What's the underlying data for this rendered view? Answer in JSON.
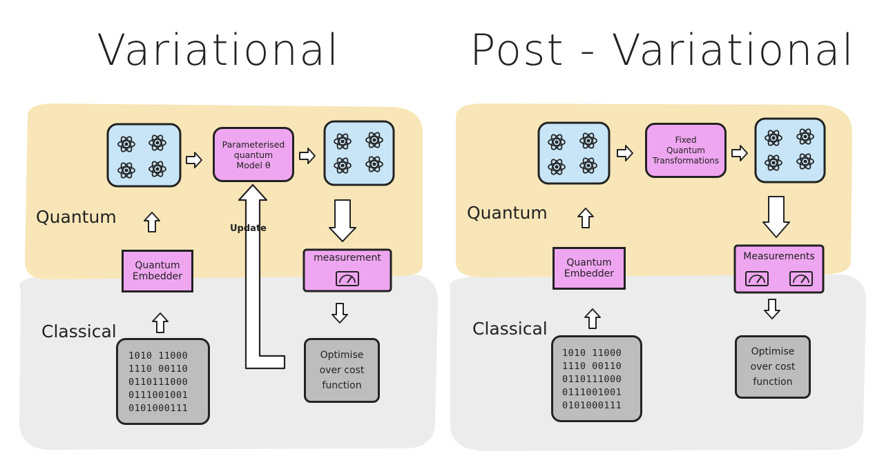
{
  "left": {
    "title": "Variational",
    "quantum_label": "Quantum",
    "classical_label": "Classical",
    "embedder_label": "Quantum\nEmbedder",
    "model_label": "Parameterised\nquantum\nModel θ",
    "update_label": "Update",
    "measurement_label": "measurement",
    "optimise_label": "Optimise\nover cost\nfunction",
    "bits": [
      "1010 11000",
      "1110 00110",
      "0110111000",
      "0111001001",
      "0101000111"
    ]
  },
  "right": {
    "title": "Post - Variational",
    "quantum_label": "Quantum",
    "classical_label": "Classical",
    "embedder_label": "Quantum\nEmbedder",
    "transform_label": "Fixed\nQuantum\nTransformations",
    "measurement_label": "Measurements",
    "optimise_label": "Optimise\nover cost\nfunction",
    "bits": [
      "1010 11000",
      "1110 00110",
      "0110111000",
      "0111001001",
      "0101000111"
    ]
  },
  "colors": {
    "quantum_bg": "#f8e6b8",
    "classical_bg": "#ececec",
    "pink": "#efa6f0",
    "gray": "#bdbdbd",
    "blue": "#c7e5f6",
    "ink": "#222222"
  },
  "icons": [
    "atom-icon",
    "gauge-icon",
    "arrow-icon"
  ]
}
